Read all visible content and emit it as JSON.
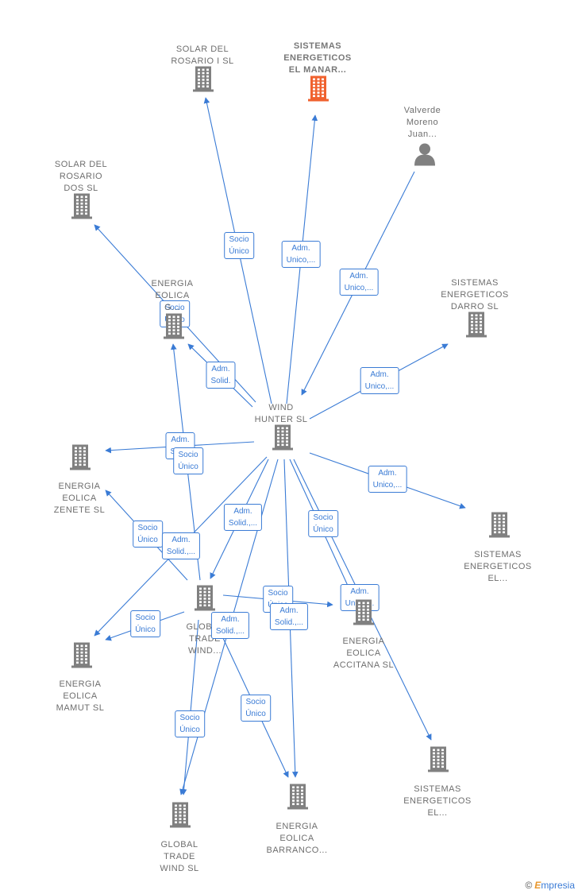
{
  "colors": {
    "edge": "#3a7bd5",
    "node": "#808080",
    "highlight": "#f0622f",
    "label": "#6e6e6e"
  },
  "nodes": [
    {
      "id": "wind",
      "lines": [
        "WIND",
        "HUNTER  SL"
      ],
      "icon": "building-icon"
    },
    {
      "id": "global1",
      "lines": [
        "GLOBAL",
        "TRADE",
        "WIND..."
      ],
      "icon": "building-icon"
    },
    {
      "id": "global2",
      "lines": [
        "GLOBAL",
        "TRADE",
        "WIND  SL"
      ],
      "icon": "building-icon"
    },
    {
      "id": "solar1",
      "lines": [
        "SOLAR DEL",
        "ROSARIO I  SL"
      ],
      "icon": "building-icon"
    },
    {
      "id": "manar",
      "lines": [
        "SISTEMAS",
        "ENERGETICOS",
        "EL MANAR..."
      ],
      "icon": "building-icon",
      "highlight": true
    },
    {
      "id": "valverde",
      "lines": [
        "Valverde",
        "Moreno",
        "Juan..."
      ],
      "icon": "person-icon"
    },
    {
      "id": "solardos",
      "lines": [
        "SOLAR DEL",
        "ROSARIO",
        "DOS  SL"
      ],
      "icon": "building-icon"
    },
    {
      "id": "energiae",
      "lines": [
        "ENERGIA",
        "EOLICA",
        "G..."
      ],
      "icon": "building-icon"
    },
    {
      "id": "darro",
      "lines": [
        "SISTEMAS",
        "ENERGETICOS",
        "DARRO  SL"
      ],
      "icon": "building-icon"
    },
    {
      "id": "zenete",
      "lines": [
        "ENERGIA",
        "EOLICA",
        "ZENETE  SL"
      ],
      "icon": "building-icon"
    },
    {
      "id": "sistel1",
      "lines": [
        "SISTEMAS",
        "ENERGETICOS",
        "EL..."
      ],
      "icon": "building-icon"
    },
    {
      "id": "accitana",
      "lines": [
        "ENERGIA",
        "EOLICA",
        "ACCITANA  SL"
      ],
      "icon": "building-icon"
    },
    {
      "id": "mamut",
      "lines": [
        "ENERGIA",
        "EOLICA",
        "MAMUT  SL"
      ],
      "icon": "building-icon"
    },
    {
      "id": "sistel2",
      "lines": [
        "SISTEMAS",
        "ENERGETICOS",
        "EL..."
      ],
      "icon": "building-icon"
    },
    {
      "id": "barranco",
      "lines": [
        "ENERGIA",
        "EOLICA",
        "BARRANCO..."
      ],
      "icon": "building-icon"
    }
  ],
  "edges": [
    {
      "from": "wind",
      "to": "solar1",
      "label": [
        "Socio",
        "Único"
      ]
    },
    {
      "from": "wind",
      "to": "manar",
      "label": [
        "Adm.",
        "Unico,..."
      ]
    },
    {
      "from": "valverde",
      "to": "wind",
      "label": [
        "Adm.",
        "Unico,..."
      ]
    },
    {
      "from": "wind",
      "to": "solardos",
      "label": [
        "Socio",
        "Único"
      ]
    },
    {
      "from": "wind",
      "to": "energiae",
      "label": [
        "Adm.",
        "Solid."
      ]
    },
    {
      "from": "wind",
      "to": "darro",
      "label": [
        "Adm.",
        "Unico,..."
      ]
    },
    {
      "from": "wind",
      "to": "zenete",
      "label": [
        "Adm.",
        "Solid."
      ]
    },
    {
      "from": "wind",
      "to": "sistel1",
      "label": [
        "Adm.",
        "Unico,..."
      ]
    },
    {
      "from": "wind",
      "to": "global1",
      "label": [
        "Adm.",
        "Solid.,..."
      ]
    },
    {
      "from": "wind",
      "to": "accitana",
      "label": [
        "Socio",
        "Único"
      ]
    },
    {
      "from": "wind",
      "to": "sistel2",
      "label": [
        "Adm.",
        "Unico,..."
      ]
    },
    {
      "from": "wind",
      "to": "barranco",
      "label": []
    },
    {
      "from": "wind",
      "to": "global2",
      "label": []
    },
    {
      "from": "wind",
      "to": "mamut",
      "label": []
    },
    {
      "from": "global1",
      "to": "energiae",
      "label": [
        "Socio",
        "Único"
      ]
    },
    {
      "from": "global1",
      "to": "zenete",
      "label": [
        "Socio",
        "Único"
      ]
    },
    {
      "from": "global1",
      "to": "mamut",
      "label": [
        "Socio",
        "Único"
      ]
    },
    {
      "from": "global1",
      "to": "accitana",
      "label": [
        "Socio",
        "Único"
      ]
    },
    {
      "from": "global1",
      "to": "global2",
      "label": [
        "Socio",
        "Único"
      ]
    },
    {
      "from": "global1",
      "to": "barranco",
      "label": [
        "Socio",
        "Único"
      ]
    }
  ],
  "extra_tags": [
    {
      "id": "t1",
      "label": [
        "Adm.",
        "Solid.,..."
      ]
    },
    {
      "id": "t2",
      "label": [
        "Adm.",
        "Solid.,..."
      ]
    },
    {
      "id": "t3",
      "label": [
        "Adm.",
        "Solid.,..."
      ]
    }
  ],
  "footer": {
    "copyright": "©",
    "brand_initial": "E",
    "brand_rest": "mpresia"
  }
}
